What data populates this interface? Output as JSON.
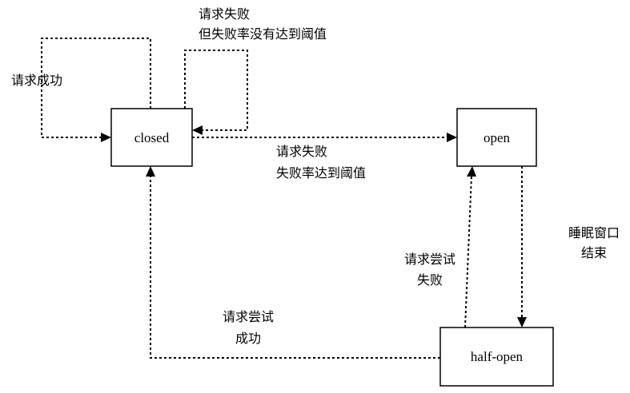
{
  "nodes": {
    "closed": "closed",
    "open": "open",
    "half_open": "half-open"
  },
  "edges": {
    "success_loop": [
      "请求成功"
    ],
    "fail_loop": [
      "请求失败",
      "但失败率没有达到阈值"
    ],
    "closed_to_open": [
      "请求失败",
      "失败率达到阈值"
    ],
    "open_to_half": [
      "睡眠窗口",
      "结束"
    ],
    "half_to_open": [
      "请求尝试",
      "失败"
    ],
    "half_to_closed": [
      "请求尝试",
      "成功"
    ]
  }
}
